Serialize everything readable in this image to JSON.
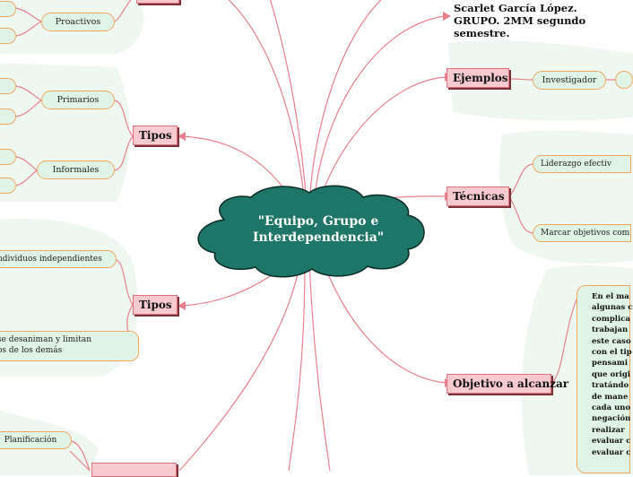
{
  "mindmap": {
    "central_topic": "\"Equipo, Grupo e Interdependencia\"",
    "author_note": "Scarlet García López.   GRUPO.  2MM      segundo semestre.",
    "branches": {
      "tipos_1": {
        "label": "Tipos",
        "children": [
          "Primarios",
          "Informales"
        ]
      },
      "tipos_2": {
        "label": "Tipos",
        "children": [
          "ndividuos independientes",
          "se desaniman y limitan\nos  de los demás"
        ]
      },
      "proactivos": "Proactivos",
      "planificacion": "Planificación",
      "ejemplos": {
        "label": "Ejemplos",
        "children": [
          "Investigador"
        ]
      },
      "tecnicas": {
        "label": "Técnicas",
        "children": [
          "Liderazgo efectiv",
          "Marcar objetivos com"
        ]
      },
      "objetivo": {
        "label": "Objetivo a alcanzar",
        "paragraph": "En el ma\nalgunas c\ncomplica\ntrabajan\neste caso\ncon el tip\npensami\nque origi\ntratándo\nde mane\ncada uno\nnegación\nrealizar \nevaluar c\nevaluar c"
      }
    }
  },
  "colors": {
    "center_fill": "#1e7668",
    "center_stroke": "#0d2b26",
    "connector": "#e8808c",
    "main_fill": "#f8c9ce",
    "sub_fill": "#dff4e4",
    "sub_border": "#f0a860",
    "bg_blob": "#eef8f1"
  }
}
